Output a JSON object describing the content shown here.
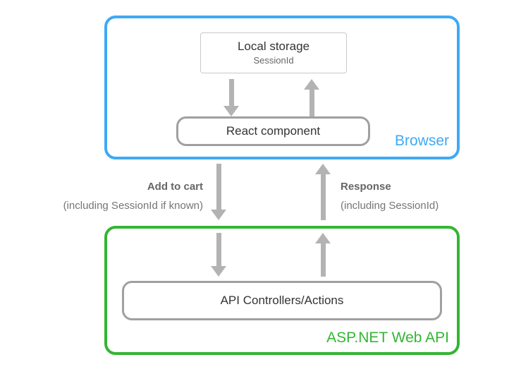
{
  "colors": {
    "browser_accent": "#3FA9F5",
    "webapi_accent": "#33B533",
    "arrow_gray": "#B3B3B3",
    "node_border_gray": "#A0A0A0"
  },
  "browser_group": {
    "label": "Browser",
    "local_storage_box": {
      "title": "Local storage",
      "value": "SessionId"
    },
    "react_component_box": {
      "title": "React component"
    }
  },
  "webapi_group": {
    "label": "ASP.NET Web API",
    "controllers_box": {
      "title": "API Controllers/Actions"
    }
  },
  "request_edge": {
    "title": "Add to cart",
    "detail": "(including SessionId if known)"
  },
  "response_edge": {
    "title": "Response",
    "detail": "(including SessionId)"
  }
}
